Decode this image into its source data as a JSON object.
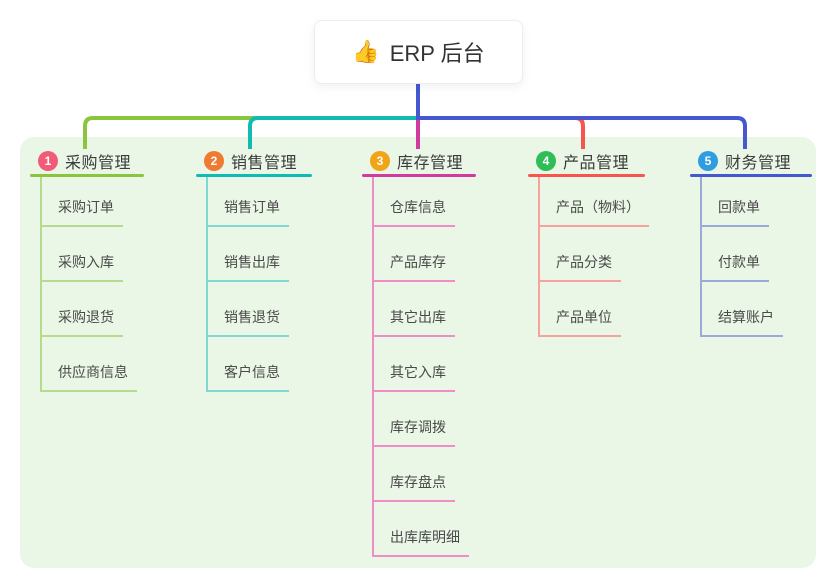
{
  "root": {
    "icon": "👍",
    "title": "ERP 后台"
  },
  "colors": {
    "canvas_bg": "#FFFFFF",
    "panel_bg": "#EAF6E6",
    "root_card_border": "#EDEDED",
    "header_text": "#3B3B3B",
    "item_text": "#4A4A4A",
    "root_connector": "#4558D0"
  },
  "branches": [
    {
      "num": "1",
      "label": "采购管理",
      "color": "#8BC53E",
      "light": "#B5DB8E",
      "badge": "#F25B77",
      "items": [
        "采购订单",
        "采购入库",
        "采购退货",
        "供应商信息"
      ]
    },
    {
      "num": "2",
      "label": "销售管理",
      "color": "#10BCB2",
      "light": "#7FD8D2",
      "badge": "#EE7B31",
      "items": [
        "销售订单",
        "销售出库",
        "销售退货",
        "客户信息"
      ]
    },
    {
      "num": "3",
      "label": "库存管理",
      "color": "#D23A9D",
      "light": "#EF8EC6",
      "badge": "#F1A417",
      "items": [
        "仓库信息",
        "产品库存",
        "其它出库",
        "其它入库",
        "库存调拨",
        "库存盘点",
        "出库库明细"
      ]
    },
    {
      "num": "4",
      "label": "产品管理",
      "color": "#F8554E",
      "light": "#F8A19D",
      "badge": "#2FBD58",
      "items": [
        "产品（物料）",
        "产品分类",
        "产品单位"
      ]
    },
    {
      "num": "5",
      "label": "财务管理",
      "color": "#4558D0",
      "light": "#9AABD8",
      "badge": "#2E9EE0",
      "items": [
        "回款单",
        "付款单",
        "结算账户"
      ]
    }
  ]
}
